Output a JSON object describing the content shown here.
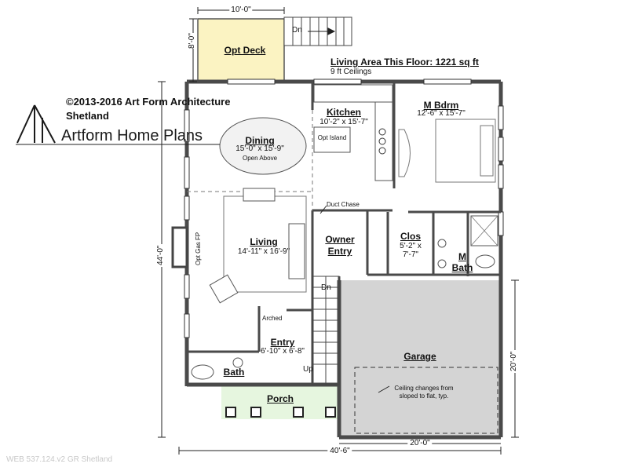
{
  "copyright": "©2013-2016 Art Form Architecture",
  "plan_name": "Shetland",
  "brand_name": "Artform Home Plans",
  "area_title": "Living Area This Floor: 1221 sq ft",
  "ceilings": "9 ft Ceilings",
  "watermark": "WEB 537.124.v2 GR Shetland",
  "rooms": {
    "deck": {
      "name": "Opt Deck"
    },
    "kitchen": {
      "name": "Kitchen",
      "size": "10'-2\" x 15'-7\"",
      "island": "Opt Island"
    },
    "dining": {
      "name": "Dining",
      "size": "15'-0\" x 15'-9\"",
      "note": "Open Above"
    },
    "master_bedroom": {
      "name": "M Bdrm",
      "size": "12'-6\" x 15'-7\""
    },
    "living": {
      "name": "Living",
      "size": "14'-11\" x 16'-9\"",
      "fireplace": "Opt Gas FP"
    },
    "owner_entry": {
      "name_line1": "Owner",
      "name_line2": "Entry"
    },
    "closet": {
      "name": "Clos",
      "size_line1": "5'-2\" x",
      "size_line2": "7'-7\""
    },
    "master_bath": {
      "name_line1": "M",
      "name_line2": "Bath"
    },
    "entry": {
      "name": "Entry",
      "size": "6'-10\" x 6'-8\""
    },
    "bath": {
      "name": "Bath"
    },
    "garage": {
      "name": "Garage",
      "note_line1": "Ceiling changes from",
      "note_line2": "sloped to flat, typ."
    },
    "porch": {
      "name": "Porch"
    }
  },
  "labels": {
    "duct_chase": "Duct Chase",
    "arched": "Arched",
    "stair_down_deck": "Dn",
    "stair_down_interior": "Dn",
    "stair_up": "Up"
  },
  "dimensions": {
    "deck_width": "10'-0\"",
    "deck_depth": "8'-0\"",
    "overall_depth": "44'-0\"",
    "overall_width": "40'-6\"",
    "garage_width": "20'-0\"",
    "garage_depth": "20'-0\""
  }
}
